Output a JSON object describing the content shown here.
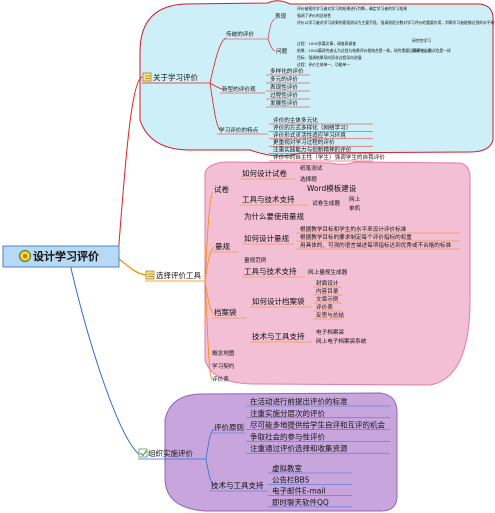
{
  "colors": {
    "root_fill": "#b7d9f4",
    "root_stroke": "#4a86c5",
    "cyan_fill": "#cdeff7",
    "cyan_stroke": "#d11b2a",
    "pink_fill": "#f3bfd4",
    "pink_stroke": "#e47aa5",
    "purple_fill": "#c8a6dd",
    "purple_stroke": "#8f64b5",
    "line_red": "#e02020",
    "line_orange": "#f08c00",
    "line_blue": "#2f6fd0",
    "line_green": "#1f9a3a"
  },
  "root": {
    "label": "设计学习评价",
    "icon": "flower-icon"
  },
  "branch1": {
    "label": "关于学习评价",
    "icon": "note-icon",
    "n_chuantong": "传统的评价",
    "n_biaoxian": "表现",
    "n_wenti": "问题",
    "biaoxian_lines": [
      "评价被视作学习者对学习的结果进行判断，确定学习者的学习效果",
      "强调了评价的总结性",
      "评价以学习者对学习成果的客观测试为主要手段，强调测验分数对学习评价的重要作用，判断学习者能够达到的水平的手段"
    ],
    "wenti_lines": [
      "过程：1000多篇文章，调查表调查",
      "结果：1000篇研究者认为过程与结果评价相结合是一致，研究需要后续研究，测试也是一样",
      "目标：强调结果导向而非过程导向进展",
      "过程：评价主体单一，功能单一"
    ],
    "wenti_right": [
      "研究性学习",
      "测评与选拔"
    ],
    "n_xin": "新型的评价观",
    "xin_items": [
      "多样化的评价",
      "多元的评价",
      "表现性评价",
      "过程性评价",
      "发展性评价"
    ],
    "n_xueyi": "学习评价的特点",
    "xueyi_items": [
      "评价的主体多元化",
      "评价的方式多样化（网络学习）",
      "评价形式灵活性适应学习环境",
      "更重视对学习过程的评价",
      "注重实践能力与创新精神的评价",
      "评价中的自主性（学生）强调学生的自我评价"
    ]
  },
  "branch2": {
    "label": "选择评价工具",
    "icon": "note-icon",
    "shijuan": {
      "label": "试卷",
      "design": "如何设计试卷",
      "design_items": [
        "纸笔测试",
        "选择题"
      ],
      "tools": "工具与技术支持",
      "word": "Word模板建设",
      "gen": "试卷生成器",
      "gen_items": [
        "网上",
        "单机"
      ]
    },
    "guiliang": {
      "label": "量规",
      "why": "为什么要使用量规",
      "how": "如何设计量规",
      "how_items": [
        "根据教学目标和学生的水平来设计评价标准",
        "根据教学目标的要求制定每个评价指标的权重",
        "用具体的、可测的语言描述每项指标达到优秀或不合格的标准"
      ],
      "example": "量规范例",
      "tools": "工具与技术支持",
      "tools_item": "网上量规生成器"
    },
    "dangan": {
      "label": "档案袋",
      "how": "如何设计档案袋",
      "how_items": [
        "封面设计",
        "内容目录",
        "文章示例",
        "评价表",
        "反思与总结"
      ],
      "tools": "技术与工具支持",
      "tools_items": [
        "电子档案袋",
        "网上电子档案袋系统"
      ]
    },
    "others": [
      "概念地图",
      "学习契约",
      "评价表"
    ]
  },
  "branch3": {
    "label": "组织实施评价",
    "icon": "check-icon",
    "yuanze": "评价原则",
    "yuanze_items": [
      "在活动进行前提出评价的标准",
      "注重实施分层次的评价",
      "尽可能多地提供给学生自评和互评的机会",
      "争取社会的参与性评价",
      "注重通过评价选择和收集资源"
    ],
    "tools": "技术与工具支持",
    "tools_items": [
      "虚拟教室",
      "公告栏BBS",
      "电子邮件E-mail",
      "即时聊天软件QQ"
    ]
  }
}
